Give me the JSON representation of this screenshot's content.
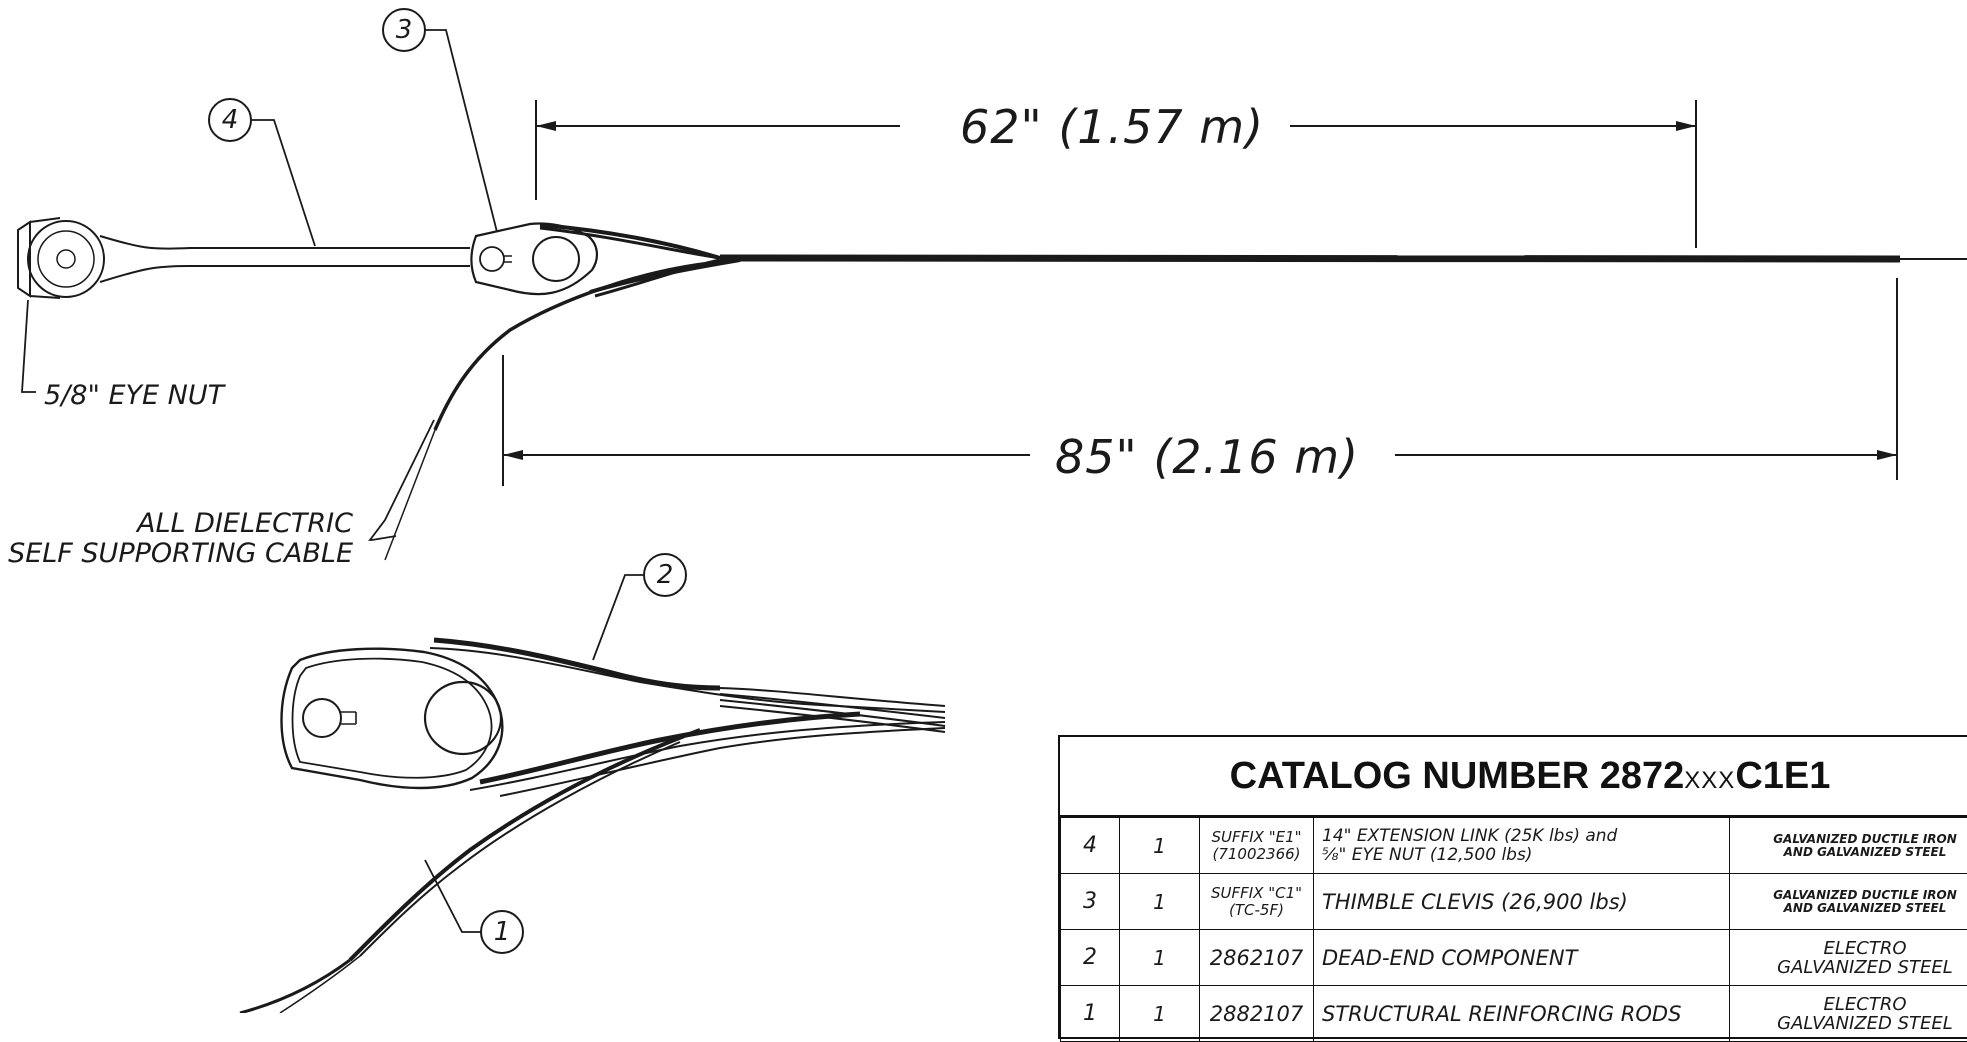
{
  "dimensions": {
    "upper": "62\" (1.57 m)",
    "lower": "85\" (2.16 m)"
  },
  "notes": {
    "eye_nut": "5/8\" EYE NUT",
    "cable_line1": "ALL DIELECTRIC",
    "cable_line2": "SELF SUPPORTING CABLE"
  },
  "balloons": {
    "b1": "1",
    "b2": "2",
    "b3": "3",
    "b4": "4"
  },
  "bom": {
    "title_prefix": "CATALOG NUMBER 2872",
    "title_placeholder": "XXX",
    "title_suffix": "C1E1",
    "rows": [
      {
        "item": "4",
        "qty": "1",
        "part_line1": "SUFFIX \"E1\"",
        "part_line2": "(71002366)",
        "desc_line1": "14\" EXTENSION LINK (25K lbs) and",
        "desc_line2": "⅝\" EYE NUT (12,500 lbs)",
        "mat_line1": "GALVANIZED DUCTILE IRON",
        "mat_line2": "AND GALVANIZED STEEL"
      },
      {
        "item": "3",
        "qty": "1",
        "part_line1": "SUFFIX \"C1\"",
        "part_line2": "(TC-5F)",
        "desc_line1": "THIMBLE CLEVIS (26,900 lbs)",
        "desc_line2": "",
        "mat_line1": "GALVANIZED DUCTILE IRON",
        "mat_line2": "AND GALVANIZED STEEL"
      },
      {
        "item": "2",
        "qty": "1",
        "part_line1": "2862107",
        "part_line2": "",
        "desc_line1": "DEAD-END COMPONENT",
        "desc_line2": "",
        "mat_line1": "ELECTRO",
        "mat_line2": "GALVANIZED STEEL"
      },
      {
        "item": "1",
        "qty": "1",
        "part_line1": "2882107",
        "part_line2": "",
        "desc_line1": "STRUCTURAL REINFORCING RODS",
        "desc_line2": "",
        "mat_line1": "ELECTRO",
        "mat_line2": "GALVANIZED STEEL"
      }
    ]
  }
}
